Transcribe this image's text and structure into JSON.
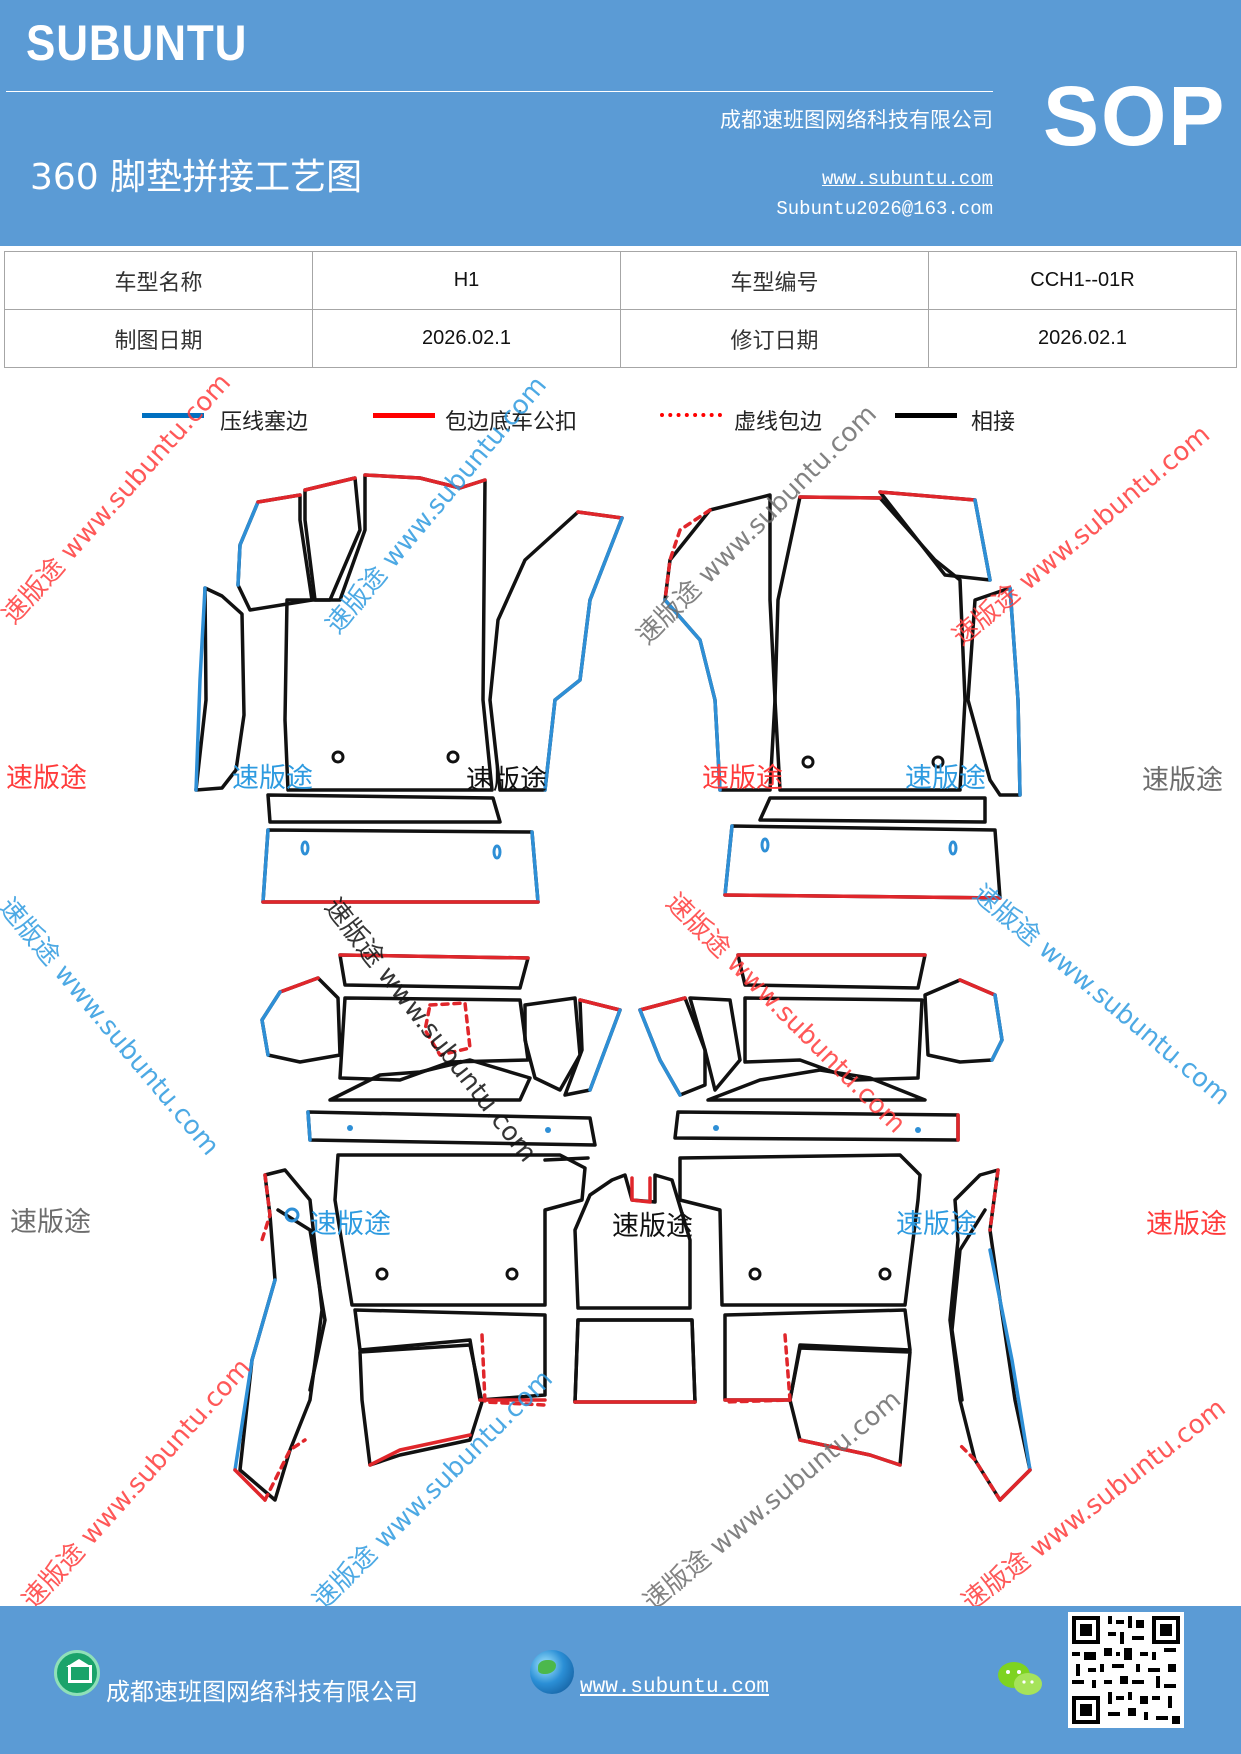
{
  "header": {
    "brand": "SUBUNTU",
    "company": "成都速班图网络科技有限公司",
    "title": "360 脚垫拼接工艺图",
    "website": "www.subuntu.com",
    "email": "Subuntu2026@163.com",
    "badge": "SOP"
  },
  "info_table": {
    "rows": [
      {
        "label1": "车型名称",
        "value1": "H1",
        "label2": "车型编号",
        "value2": "CCH1--01R"
      },
      {
        "label1": "制图日期",
        "value1": "2026.02.1",
        "label2": "修订日期",
        "value2": "2026.02.1"
      }
    ]
  },
  "legend": [
    {
      "label": "压线塞边",
      "color": "#0070c0",
      "style": "solid"
    },
    {
      "label": "包边底车公扣",
      "color": "#ff0000",
      "style": "solid"
    },
    {
      "label": "虚线包边",
      "color": "#ff0000",
      "style": "dashed"
    },
    {
      "label": "相接",
      "color": "#000000",
      "style": "solid"
    }
  ],
  "watermarks": {
    "brand_cn": "速版途",
    "brand_site": "速版途 www.subuntu.com",
    "colors": {
      "red": "#ff3b3b",
      "blue": "#2e9be0",
      "gray": "#6d6d6d"
    }
  },
  "footer": {
    "company": "成都速班图网络科技有限公司",
    "website": "www.subuntu.com",
    "icons": [
      "home-icon",
      "globe-icon",
      "wechat-icon",
      "qr-code"
    ]
  },
  "colors": {
    "header_bg": "#5b9bd5",
    "blue_edge": "#2e8fd6",
    "red_edge": "#e0262b",
    "black_edge": "#111111"
  }
}
